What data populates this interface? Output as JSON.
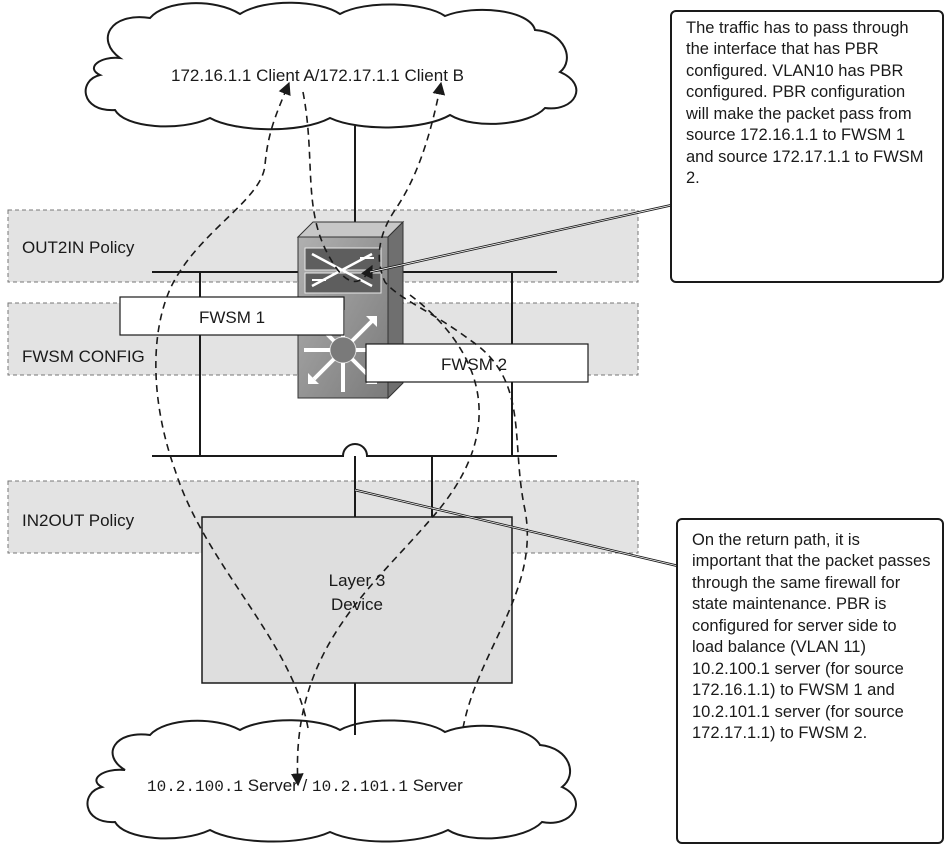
{
  "clouds": {
    "top": {
      "text": "172.16.1.1 Client A/172.17.1.1 Client B"
    },
    "bottom": {
      "ip1": "10.2.100.1",
      "mid": " Server / ",
      "ip2": "10.2.101.1",
      "tail": " Server"
    }
  },
  "zones": {
    "out2in": "OUT2IN Policy",
    "fwsm_config": "FWSM CONFIG",
    "in2out": "IN2OUT Policy"
  },
  "firewalls": {
    "fwsm1": "FWSM 1",
    "fwsm2": "FWSM 2"
  },
  "layer3": {
    "line1": "Layer 3",
    "line2": "Device"
  },
  "callouts": {
    "top": "The traffic has to pass through the interface that has PBR configured. VLAN10 has PBR configured. PBR configuration will make the packet pass from source 172.16.1.1 to FWSM 1 and source 172.17.1.1 to FWSM 2.",
    "bottom": "On the return path, it is important that the packet passes through the same firewall for state maintenance. PBR is configured for server side to load balance (VLAN 11) 10.2.100.1 server (for source 172.16.1.1) to FWSM 1 and 10.2.101.1 server (for source 172.17.1.1) to FWSM 2."
  },
  "colors": {
    "zone_fill": "#e3e3e3",
    "switch_body": "#8f8f8f",
    "layer3_fill": "#dedede",
    "line": "#1a1a1a"
  }
}
